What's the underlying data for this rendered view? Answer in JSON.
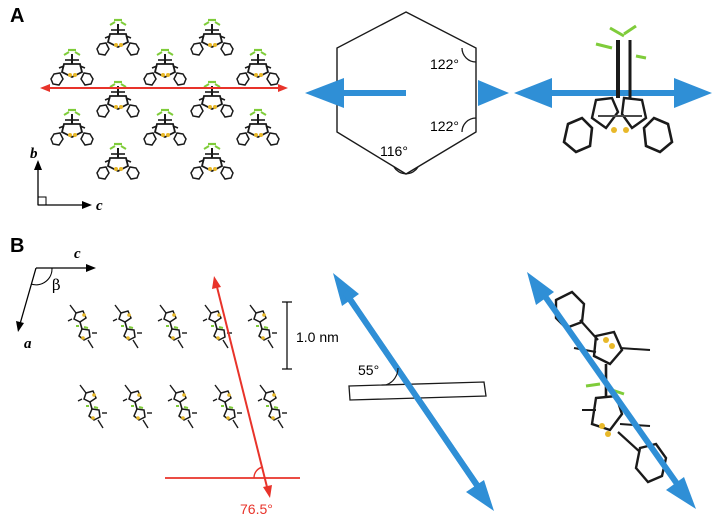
{
  "panels": {
    "a": {
      "letter": "A",
      "axes": {
        "vertical": "b",
        "horizontal": "c"
      },
      "hexagon_angles": {
        "top": "122°",
        "bottom_right": "122°",
        "bottom": "116°"
      }
    },
    "b": {
      "letter": "B",
      "axes": {
        "top": "c",
        "left": "a",
        "angle": "β"
      },
      "scale_bar": "1.0 nm",
      "tilt_angle": "76.5°",
      "plate_angle": "55°"
    }
  },
  "colors": {
    "blue_arrow": "#2f8fd6",
    "red_arrow": "#e8332a",
    "fluorine": "#7fcc3a",
    "sulfur": "#e8b829",
    "bond": "#1a1a1a"
  }
}
